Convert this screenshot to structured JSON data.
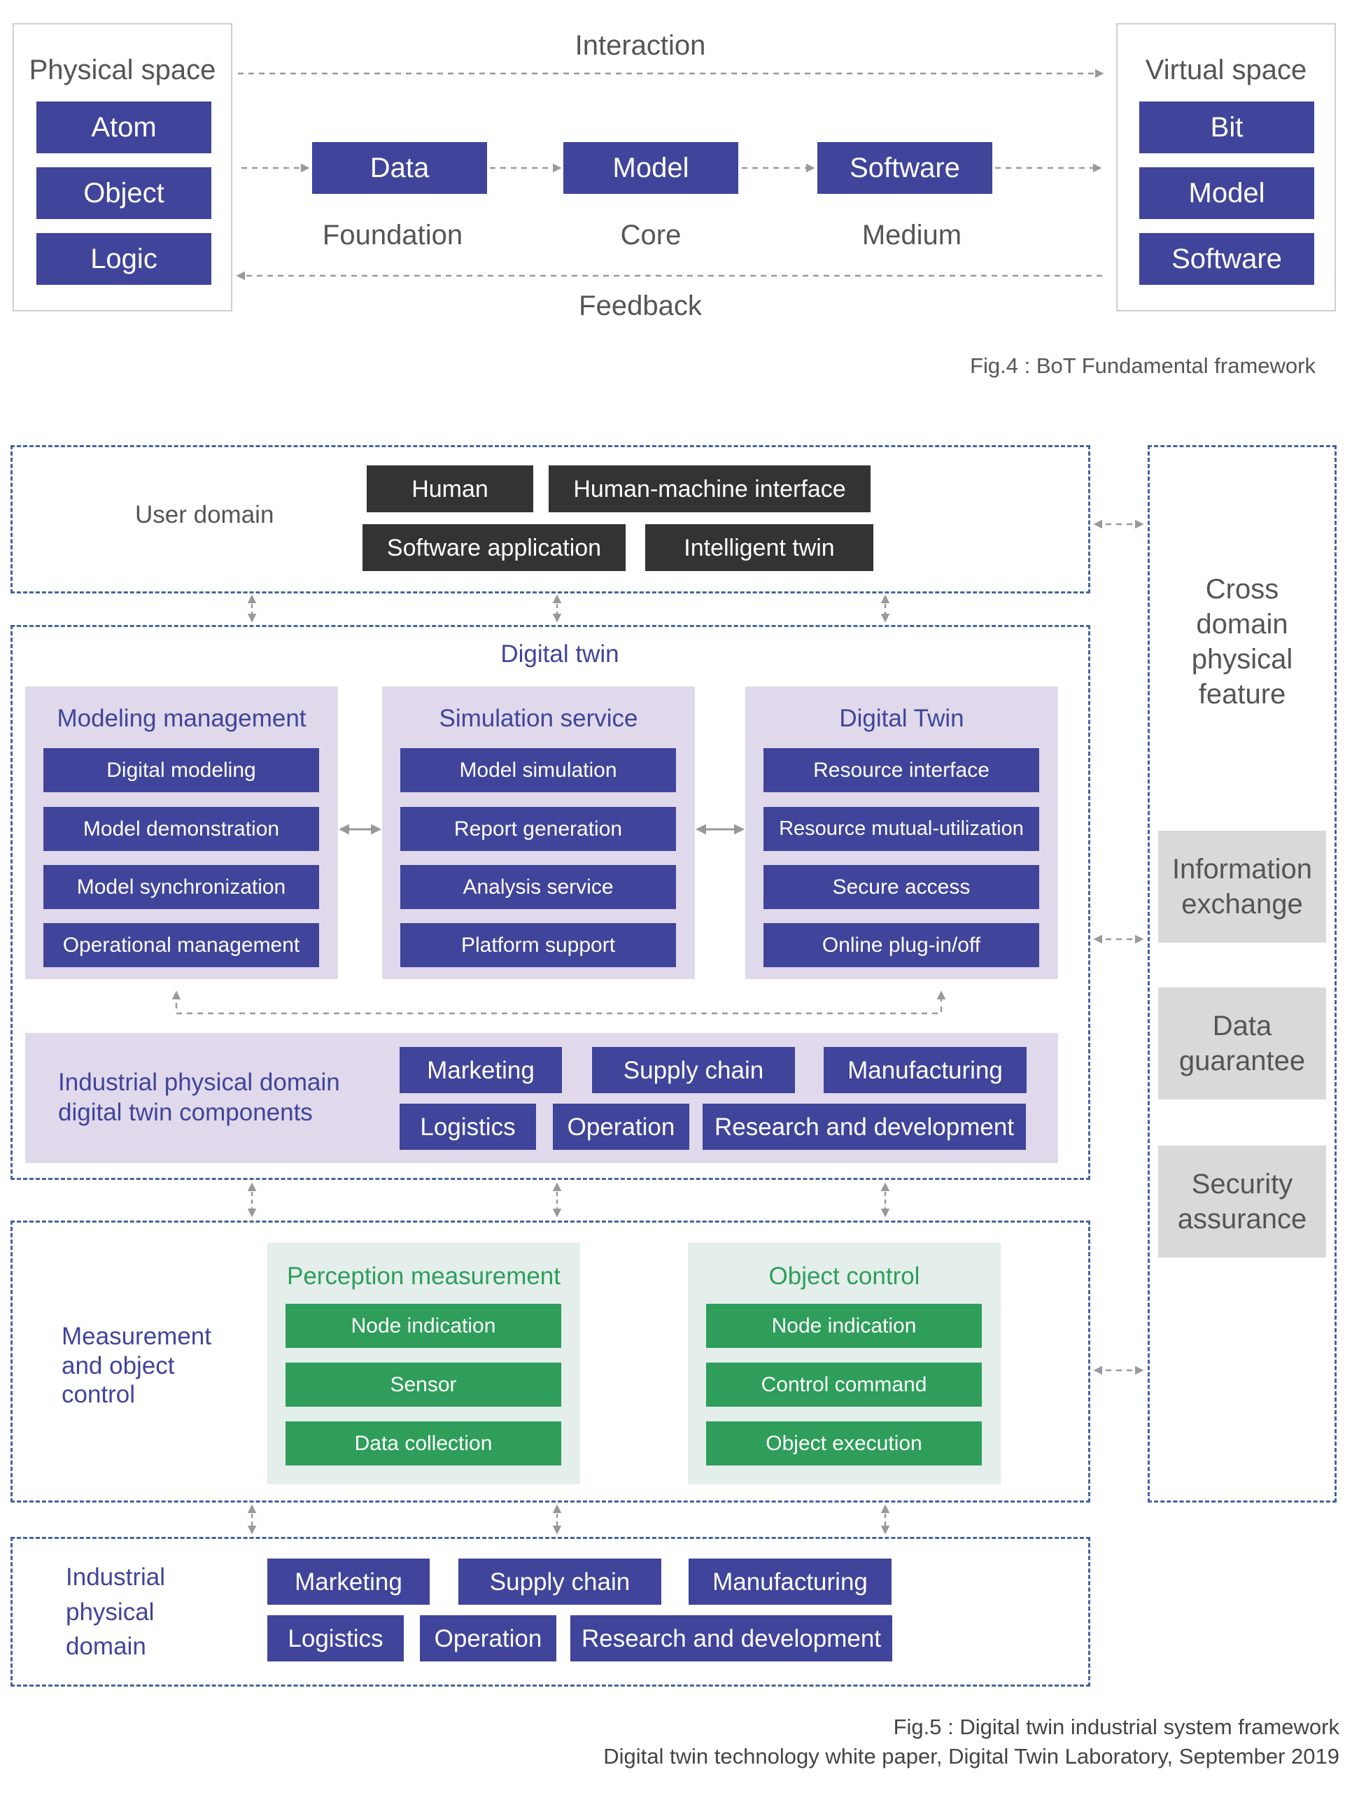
{
  "fig4": {
    "physical_space": {
      "title": "Physical space",
      "items": [
        "Atom",
        "Object",
        "Logic"
      ]
    },
    "virtual_space": {
      "title": "Virtual space",
      "items": [
        "Bit",
        "Model",
        "Software"
      ]
    },
    "interaction_label": "Interaction",
    "feedback_label": "Feedback",
    "chain": [
      {
        "box": "Data",
        "caption": "Foundation"
      },
      {
        "box": "Model",
        "caption": "Core"
      },
      {
        "box": "Software",
        "caption": "Medium"
      }
    ],
    "caption": "Fig.4 : BoT Fundamental framework"
  },
  "fig5": {
    "user_domain": {
      "label": "User domain",
      "items": [
        "Human",
        "Human-machine interface",
        "Software application",
        "Intelligent twin"
      ]
    },
    "digital_twin": {
      "title": "Digital twin",
      "modeling": {
        "title": "Modeling management",
        "items": [
          "Digital modeling",
          "Model demonstration",
          "Model synchronization",
          "Operational management"
        ]
      },
      "simulation": {
        "title": "Simulation service",
        "items": [
          "Model simulation",
          "Report generation",
          "Analysis service",
          "Platform support"
        ]
      },
      "twin": {
        "title": "Digital Twin",
        "items": [
          "Resource interface",
          "Resource mutual-utilization",
          "Secure access",
          "Online plug-in/off"
        ]
      },
      "components": {
        "label_line1": "Industrial physical domain",
        "label_line2": "digital twin components",
        "items": [
          "Marketing",
          "Supply chain",
          "Manufacturing",
          "Logistics",
          "Operation",
          "Research and development"
        ]
      }
    },
    "measurement": {
      "label_line1": "Measurement",
      "label_line2": "and object",
      "label_line3": "control",
      "perception": {
        "title": "Perception measurement",
        "items": [
          "Node indication",
          "Sensor",
          "Data collection"
        ]
      },
      "object_control": {
        "title": "Object control",
        "items": [
          "Node indication",
          "Control command",
          "Object execution"
        ]
      }
    },
    "industrial": {
      "label_line1": "Industrial",
      "label_line2": "physical",
      "label_line3": "domain",
      "items": [
        "Marketing",
        "Supply chain",
        "Manufacturing",
        "Logistics",
        "Operation",
        "Research and development"
      ]
    },
    "cross_domain": {
      "title_line1": "Cross",
      "title_line2": "domain",
      "title_line3": "physical",
      "title_line4": "feature",
      "features": [
        {
          "line1": "Information",
          "line2": "exchange"
        },
        {
          "line1": "Data",
          "line2": "guarantee"
        },
        {
          "line1": "Security",
          "line2": "assurance"
        }
      ]
    },
    "caption_line1": "Fig.5 : Digital twin industrial system framework",
    "caption_line2": "Digital twin technology white paper, Digital Twin Laboratory, September 2019"
  },
  "colors": {
    "primary_box": "#40449a",
    "dark_box": "#333333",
    "green_box": "#2e9e5a",
    "lavender_panel": "#e0d9eb",
    "mint_panel": "#e4efec",
    "grey_box": "#d9d9d9",
    "dashed_border": "#44649f",
    "arrow": "#999999"
  }
}
